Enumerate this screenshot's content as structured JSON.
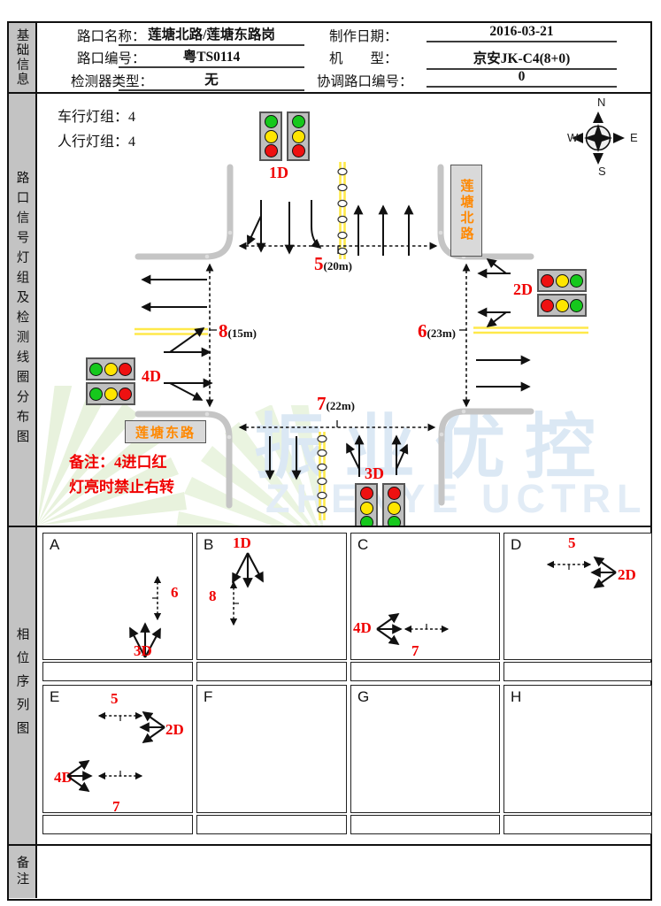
{
  "basic_info": {
    "sidebar": "基础信息",
    "rows": [
      {
        "l1": "路口名称：",
        "v1": "莲塘北路/莲塘东路岗",
        "l2": "制作日期：",
        "v2": "2016-03-21"
      },
      {
        "l1": "路口编号：",
        "v1": "粤TS0114",
        "l2": "机　　型：",
        "v2": "京安JK-C4(8+0)"
      },
      {
        "l1": "检测器类型：",
        "v1": "无",
        "l2": "协调路口编号：",
        "v2": "0"
      }
    ]
  },
  "diagram": {
    "sidebar": "路口信号灯组及检测线圈分布图",
    "vehicle_groups": "车行灯组：4",
    "ped_groups": "人行灯组：4",
    "compass": {
      "n": "N",
      "e": "E",
      "s": "S",
      "w": "W"
    },
    "roads": {
      "north": "莲塘北路",
      "west": "莲塘东路"
    },
    "signals": {
      "s1": "1D",
      "s2": "2D",
      "s3": "3D",
      "s4": "4D"
    },
    "measures": {
      "m5": {
        "num": "5",
        "dist": "(20m)"
      },
      "m6": {
        "num": "6",
        "dist": "(23m)"
      },
      "m7": {
        "num": "7",
        "dist": "(22m)"
      },
      "m8": {
        "num": "8",
        "dist": "(15m)"
      }
    },
    "note_line1": "备注：4进口红",
    "note_line2": "灯亮时禁止右转",
    "watermark": {
      "cn": "振业优控",
      "en": "ZHENYE UCTRL"
    },
    "colors": {
      "accent_red": "#f00000",
      "road_name_orange": "#ff8800",
      "stop_line_yellow": "#ffe94a",
      "road_gray": "#c5c5c5"
    }
  },
  "phase": {
    "sidebar": "相位序列图",
    "cells": [
      {
        "letter": "A",
        "measure": "6",
        "signal": "3D"
      },
      {
        "letter": "B",
        "signal": "1D",
        "measure": "8"
      },
      {
        "letter": "C",
        "signal": "4D",
        "measure": "7"
      },
      {
        "letter": "D",
        "measure": "5",
        "signal": "2D"
      },
      {
        "letter": "E",
        "measure1": "5",
        "signal1": "2D",
        "signal2": "4D",
        "measure2": "7"
      },
      {
        "letter": "F"
      },
      {
        "letter": "G"
      },
      {
        "letter": "H"
      }
    ]
  },
  "remarks": {
    "sidebar": "备注"
  }
}
